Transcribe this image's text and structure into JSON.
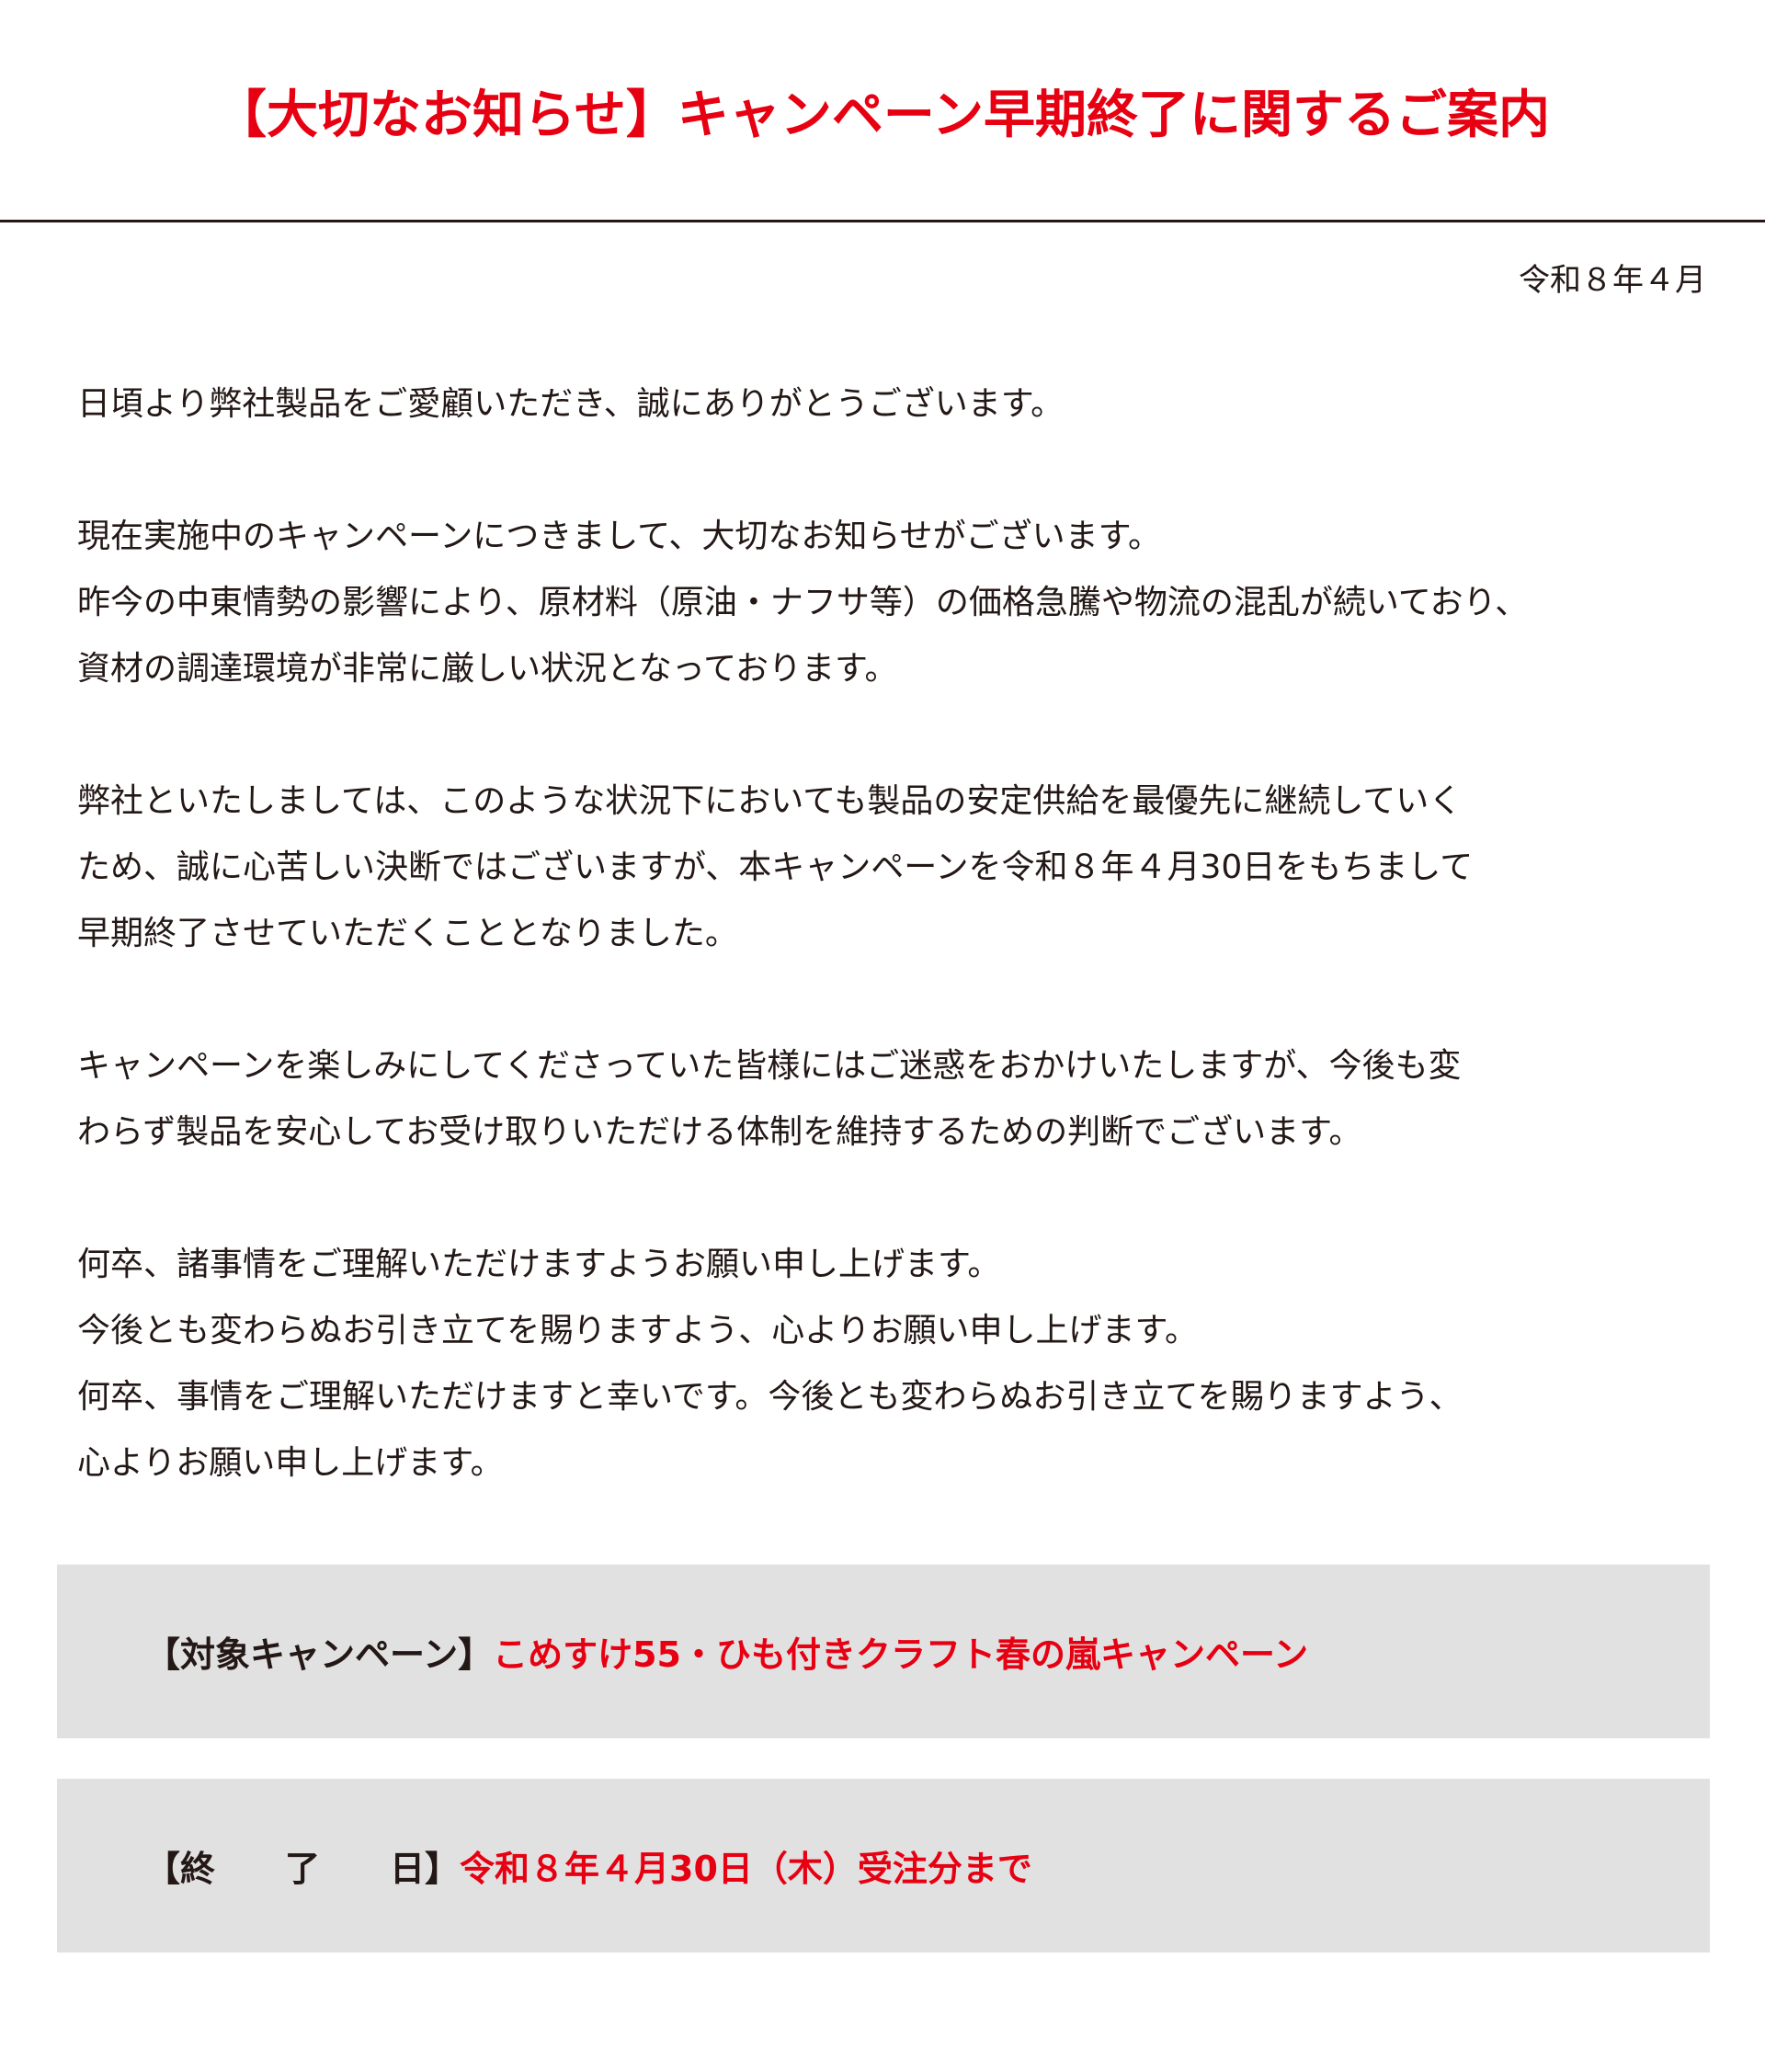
{
  "title": "【大切なお知らせ】キャンペーン早期終了に関するご案内",
  "date": "令和８年４月",
  "paragraphs": [
    [
      "日頃より弊社製品をご愛顧いただき、誠にありがとうございます。"
    ],
    [
      "現在実施中のキャンペーンにつきまして、大切なお知らせがございます。",
      "昨今の中東情勢の影響により、原材料（原油・ナフサ等）の価格急騰や物流の混乱が続いており、",
      "資材の調達環境が非常に厳しい状況となっております。"
    ],
    [
      "弊社といたしましては、このような状況下においても製品の安定供給を最優先に継続していく",
      "ため、誠に心苦しい決断ではございますが、本キャンペーンを令和８年４月30日をもちまして",
      "早期終了させていただくこととなりました。"
    ],
    [
      "キャンペーンを楽しみにしてくださっていた皆様にはご迷惑をおかけいたしますが、今後も変",
      "わらず製品を安心してお受け取りいただける体制を維持するための判断でございます。"
    ],
    [
      "何卒、諸事情をご理解いただけますようお願い申し上げます。",
      "今後とも変わらぬお引き立てを賜りますよう、心よりお願い申し上げます。",
      "何卒、事情をご理解いただけますと幸いです。今後とも変わらぬお引き立てを賜りますよう、",
      "心よりお願い申し上げます。"
    ]
  ],
  "campaign": {
    "label": "【対象キャンペーン】",
    "value": "こめすけ55・ひも付きクラフト春の嵐キャンペーン"
  },
  "end_date": {
    "label": "【終　　了　　日】",
    "value": "令和８年４月30日（木）受注分まで"
  }
}
